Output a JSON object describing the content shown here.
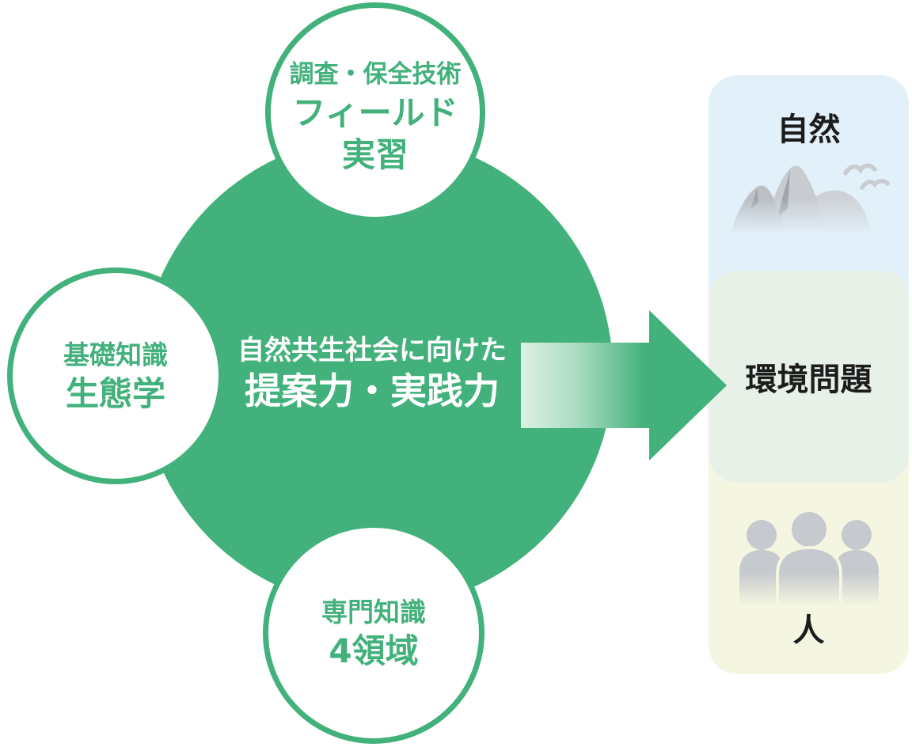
{
  "colors": {
    "green": "#43b17b",
    "panel-blue": "#e2f0fa",
    "panel-green": "#e8f1e8",
    "panel-yellow": "#f5f6e2",
    "text-dark": "#1c1c1c",
    "white": "#ffffff"
  },
  "center_circle": {
    "line1": "自然共生社会に向けた",
    "line2": "提案力・実践力"
  },
  "satellite_circles": {
    "top": {
      "line1": "調査・保全技術",
      "line2": "フィールド",
      "line3": "実習"
    },
    "left": {
      "line1": "基礎知識",
      "line2": "生態学"
    },
    "bottom": {
      "line1": "専門知識",
      "line2": "4領域"
    }
  },
  "panels": {
    "nature": {
      "label": "自然",
      "icon": "mountains-birds-icon"
    },
    "environment": {
      "label": "環境問題"
    },
    "people": {
      "label": "人",
      "icon": "people-group-icon"
    }
  },
  "arrow": {
    "direction": "right"
  }
}
